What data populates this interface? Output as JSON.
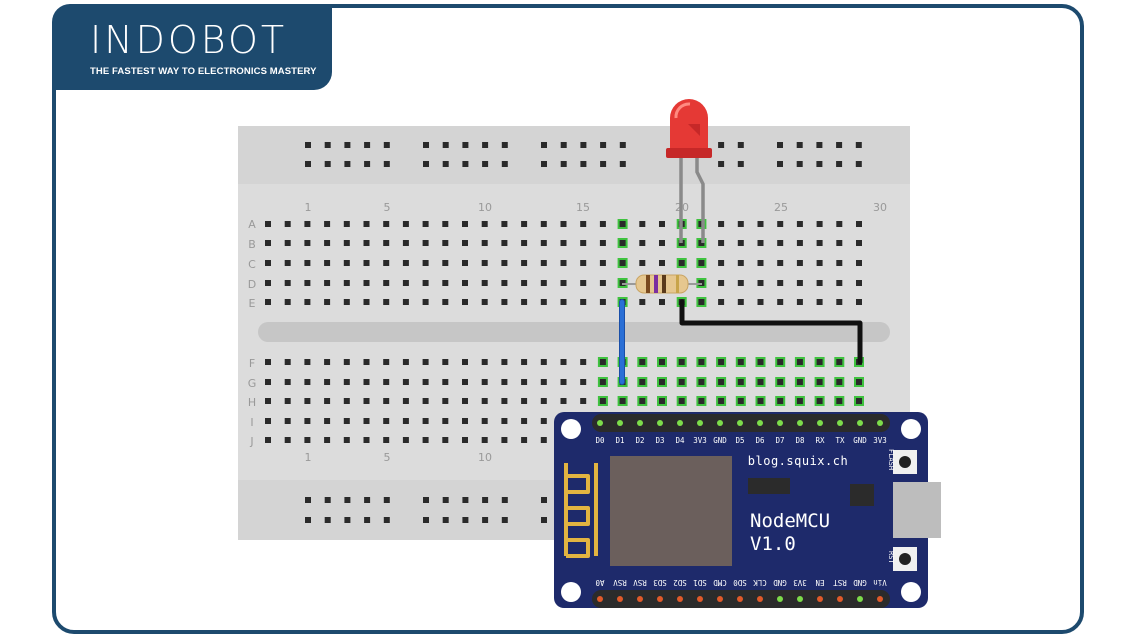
{
  "logo": {
    "brand": "INDOBOT",
    "tagline": "THE FASTEST WAY TO ELECTRONICS MASTERY"
  },
  "breadboard": {
    "column_numbers": [
      "1",
      "5",
      "10",
      "15",
      "20",
      "25",
      "30"
    ],
    "top_row_letters": [
      "A",
      "B",
      "C",
      "D",
      "E"
    ],
    "bottom_row_letters": [
      "F",
      "G",
      "H",
      "I",
      "J"
    ],
    "bottom_column_numbers_visible": [
      "1",
      "5",
      "10"
    ]
  },
  "nodemcu": {
    "website": "blog.squix.ch",
    "name_line1": "NodeMCU",
    "name_line2": "V1.0",
    "button_flash": "FLASH",
    "button_rst": "RST",
    "top_pins": [
      "D0",
      "D1",
      "D2",
      "D3",
      "D4",
      "3V3",
      "GND",
      "D5",
      "D6",
      "D7",
      "D8",
      "RX",
      "TX",
      "GND",
      "3V3"
    ],
    "bottom_pins": [
      "A0",
      "RSV",
      "RSV",
      "SD3",
      "SD2",
      "SD1",
      "CMD",
      "SD0",
      "CLK",
      "GND",
      "3V3",
      "EN",
      "RST",
      "GND",
      "Vin"
    ]
  },
  "colors": {
    "frame": "#1d4a6e",
    "board_pcb": "#1e2a6b",
    "led": "#e53935",
    "wire_blue": "#2a6fd6",
    "wire_black": "#111111",
    "highlight_green": "#3fc23f"
  }
}
